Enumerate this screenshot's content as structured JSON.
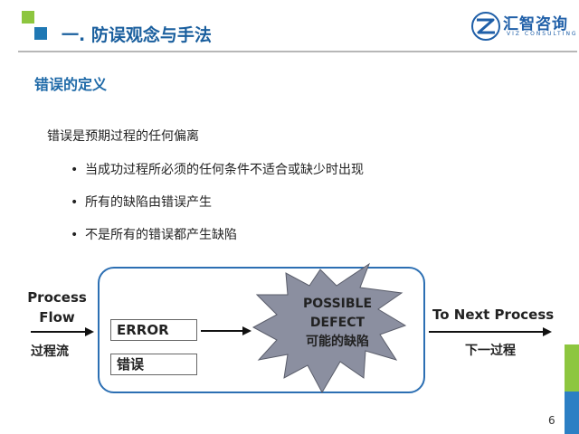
{
  "header": {
    "title": "一. 防误观念与手法",
    "accent_green": "#8dc63f",
    "accent_blue": "#1f78b4"
  },
  "logo": {
    "name": "汇智咨询",
    "subtitle": "VIZ CONSULTING"
  },
  "section_title": "错误的定义",
  "definition": "错误是预期过程的任何偏离",
  "bullets": [
    "当成功过程所必须的任何条件不适合或缺少时出现",
    "所有的缺陷由错误产生",
    "不是所有的错误都产生缺陷"
  ],
  "diagram": {
    "input_label_line1": "Process",
    "input_label_line2": "Flow",
    "input_label_cn": "过程流",
    "error_label": "ERROR",
    "error_label_cn": "错误",
    "defect_line1": "POSSIBLE",
    "defect_line2": "DEFECT",
    "defect_line3": "可能的缺陷",
    "output_label": "To Next Process",
    "output_label_cn": "下一过程",
    "frame_color": "#2c6fb3",
    "starburst_color": "#8b8fa0"
  },
  "page_number": "6"
}
